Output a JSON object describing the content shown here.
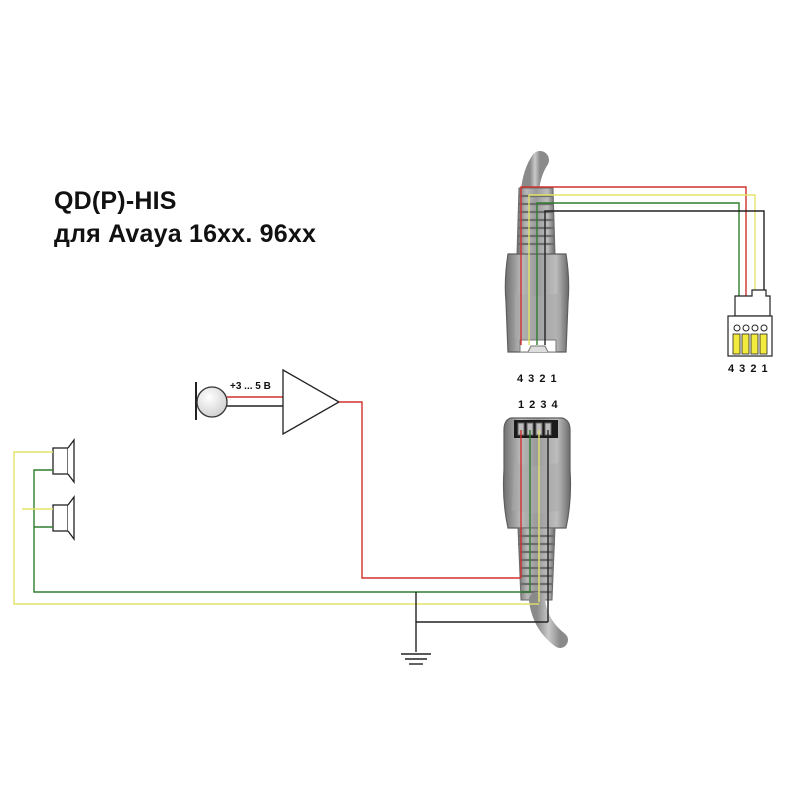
{
  "title": {
    "line1": "QD(P)-HIS",
    "line2": "для Avaya 16xx. 96xx"
  },
  "labels": {
    "top_plug_pins": "4 3 2 1",
    "rj_plug_pins": "4 3 2 1",
    "bottom_plug_pins": "1 2 3 4",
    "mic_voltage": "+3 ... 5 B"
  },
  "colors": {
    "red_wire": "#d0312d",
    "green_wire": "#2e7d2e",
    "yellow_wire": "#e3e36a",
    "black_wire": "#222222",
    "connector_gray": "#8d8d8d",
    "rj_contacts": "#f2ea3c"
  },
  "icons": {
    "microphone": "microphone-icon",
    "speaker": "speaker-icon",
    "amplifier": "amplifier-triangle-icon",
    "ground": "ground-icon",
    "rj_plug": "rj-plug-icon"
  }
}
